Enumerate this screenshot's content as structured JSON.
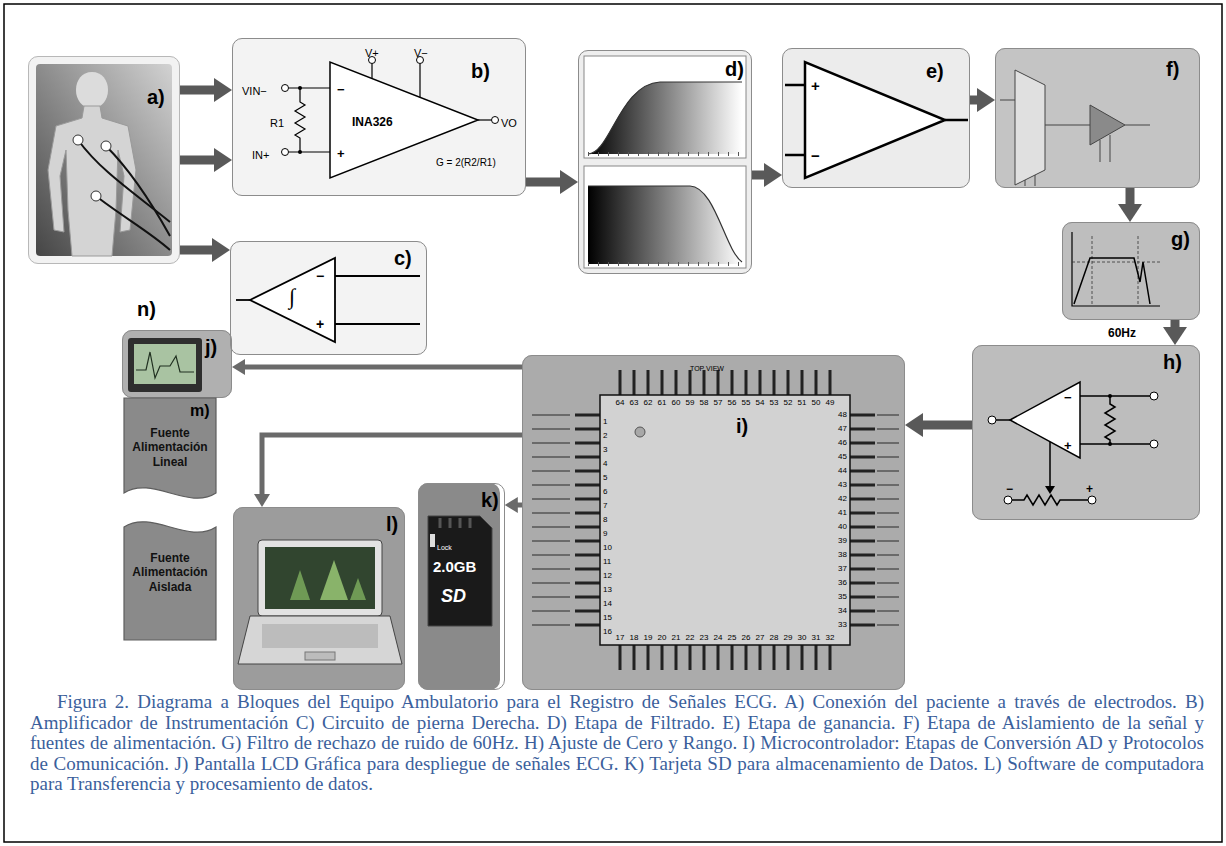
{
  "diagram": {
    "caption": "Figura 2. Diagrama a Bloques del Equipo Ambulatorio para el Registro de Señales ECG. A) Conexión del paciente a través de electrodos. B) Amplificador de Instrumentación C) Circuito de pierna Derecha. D) Etapa de Filtrado. E) Etapa de ganancia. F) Etapa de Aislamiento de la señal y fuentes de alimentación. G) Filtro de rechazo de ruido de 60Hz. H) Ajuste de Cero y Rango. I) Microcontrolador: Etapas de Conversión AD y Protocolos de Comunicación. J) Pantalla LCD Gráfica para despliegue de señales ECG. K) Tarjeta SD para almacenamiento de Datos. L) Software de computadora para Transferencia y procesamiento de datos.",
    "nodes": [
      {
        "text": [
          "a)"
        ]
      },
      {
        "text": [
          "b)"
        ]
      },
      {
        "text": [
          "c)"
        ]
      },
      {
        "text": [
          "d)"
        ]
      },
      {
        "text": [
          "e)"
        ]
      },
      {
        "text": [
          "f)"
        ]
      },
      {
        "text": [
          "g)"
        ]
      },
      {
        "text": [
          "h)"
        ]
      },
      {
        "text": [
          "i)"
        ]
      },
      {
        "text": [
          "n)",
          "j)"
        ]
      },
      {
        "text": [
          "k)"
        ]
      },
      {
        "text": [
          "l)"
        ]
      },
      {
        "text": [
          "m)",
          "Fuente Alimentación Lineal"
        ]
      },
      {
        "text": [
          "Fuente Alimentación Aislada"
        ]
      }
    ],
    "edges": [
      {
        "from": 0,
        "to": 1,
        "arrow": "to"
      },
      {
        "from": 0,
        "to": 1,
        "arrow": "to"
      },
      {
        "from": 0,
        "to": 2,
        "arrow": "to"
      },
      {
        "from": 1,
        "to": 3,
        "arrow": "to"
      },
      {
        "from": 3,
        "to": 4,
        "arrow": "to"
      },
      {
        "from": 4,
        "to": 5,
        "arrow": "to"
      },
      {
        "from": 5,
        "to": 6,
        "arrow": "to"
      },
      {
        "from": 6,
        "to": 7,
        "arrow": "to"
      },
      {
        "from": 7,
        "to": 8,
        "arrow": "to"
      },
      {
        "from": 8,
        "to": 9,
        "arrow": "to"
      },
      {
        "from": 8,
        "to": 11,
        "arrow": "to"
      },
      {
        "from": 8,
        "to": 10,
        "arrow": "to"
      }
    ],
    "labels": [
      "VIN−",
      "V+",
      "V−",
      "R1",
      "INA326",
      "VO",
      "G = 2(R2/R1)",
      "IN+",
      "−",
      "+",
      "−",
      "+",
      "∫",
      "+",
      "−",
      "60Hz",
      "−",
      "+",
      "−",
      "+",
      "TOP VIEW",
      "Lock",
      "2.0GB",
      "SD",
      "1",
      "2",
      "3",
      "4",
      "5",
      "6",
      "7",
      "8",
      "9",
      "10",
      "11",
      "12",
      "13",
      "14",
      "15",
      "16",
      "17",
      "18",
      "19",
      "20",
      "21",
      "22",
      "23",
      "24",
      "25",
      "26",
      "27",
      "28",
      "29",
      "30",
      "31",
      "32",
      "33",
      "34",
      "35",
      "36",
      "37",
      "38",
      "39",
      "40",
      "41",
      "42",
      "43",
      "44",
      "45",
      "46",
      "47",
      "48",
      "49",
      "50",
      "51",
      "52",
      "53",
      "54",
      "55",
      "56",
      "57",
      "58",
      "59",
      "60",
      "61",
      "62",
      "63",
      "64"
    ]
  }
}
